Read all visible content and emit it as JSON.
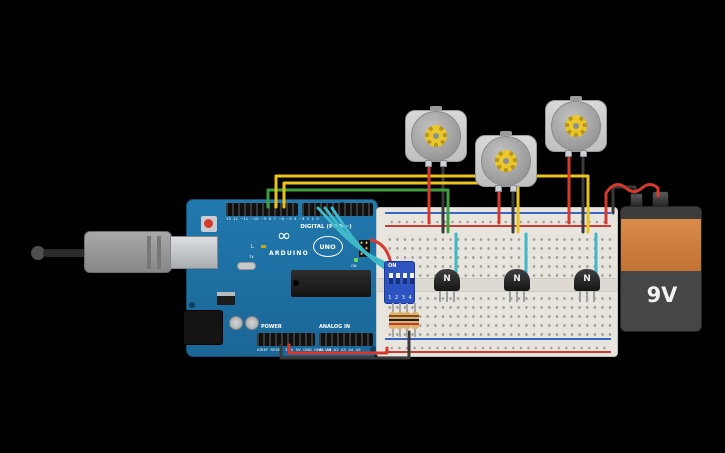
{
  "scene": {
    "app": "circuit-canvas",
    "background": "#000000"
  },
  "colors": {
    "wire_red": "#d63a2f",
    "wire_black": "#3a3a3a",
    "wire_yellow": "#e9c41e",
    "wire_green": "#3f9e3f",
    "wire_cyan": "#3fb8c9",
    "arduino_board": "#1e74a8",
    "breadboard": "#e8e5df",
    "battery_orange": "#d0823e",
    "dip_blue": "#2d54c0",
    "motor_gear": "#e9c62c"
  },
  "arduino": {
    "logo_glyph": "∞",
    "digital_label": "DIGITAL (PWM~)",
    "brand": "ARDUINO",
    "model": "UNO",
    "power_label": "POWER",
    "analog_label": "ANALOG IN",
    "led_l_label": "L",
    "tx_label": "TX",
    "rx_label": "RX",
    "on_label": "ON",
    "digital_pin_labels": "13 12 ~11 ~10 ~9 8 7 ~6 ~5 4 ~3 2 1 0",
    "power_pin_labels": "IOREF RESET 3.3V 5V GND GND VIN",
    "analog_pin_labels": "A0 A1 A2 A3 A4 A5"
  },
  "battery": {
    "label": "9V"
  },
  "transistor": {
    "label": "N"
  },
  "dip_switch": {
    "on_label": "ON",
    "pin_numbers": "1 2 3 4"
  },
  "components": {
    "motors": 3,
    "transistors": 3,
    "resistors": 4
  }
}
